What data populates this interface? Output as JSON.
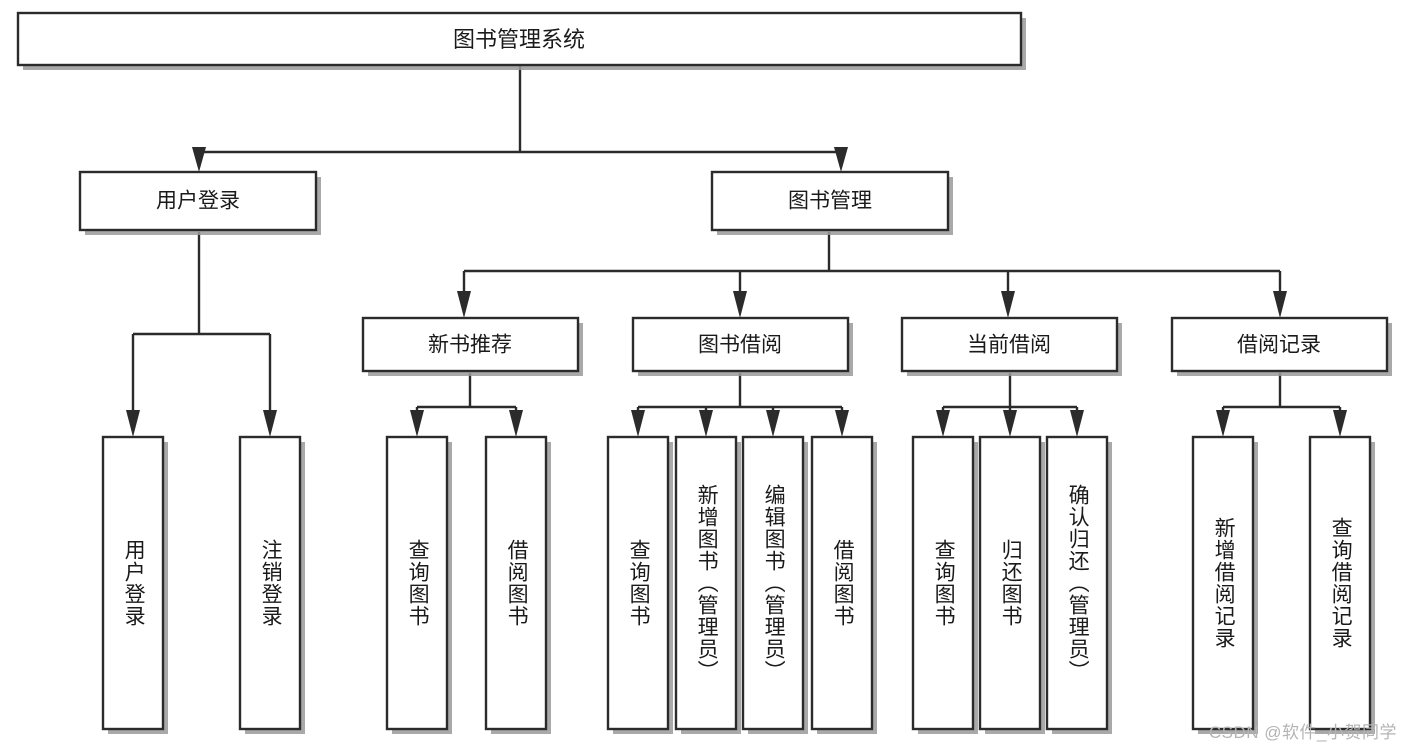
{
  "diagram": {
    "title": "图书管理系统",
    "type": "tree",
    "watermark": "CSDN @软件_小贺同学",
    "colors": {
      "box_fill": "#ffffff",
      "box_stroke": "#2b2b2b",
      "text": "#1a1a1a",
      "shadow": "#9a9a9a",
      "watermark": "#b4b4b4",
      "background": "#ffffff"
    },
    "root": {
      "label": "图书管理系统"
    },
    "level2": [
      {
        "label": "用户登录"
      },
      {
        "label": "图书管理"
      }
    ],
    "level3": [
      {
        "label": "新书推荐"
      },
      {
        "label": "图书借阅"
      },
      {
        "label": "当前借阅"
      },
      {
        "label": "借阅记录"
      }
    ],
    "leaves": {
      "user_login": [
        {
          "label": "用户登录"
        },
        {
          "label": "注销登录"
        }
      ],
      "new_book_recommend": [
        {
          "label": "查询图书"
        },
        {
          "label": "借阅图书"
        }
      ],
      "book_borrow": [
        {
          "label": "查询图书"
        },
        {
          "label": "新增图书（管理员）"
        },
        {
          "label": "编辑图书（管理员）"
        },
        {
          "label": "借阅图书"
        }
      ],
      "current_borrow": [
        {
          "label": "查询图书"
        },
        {
          "label": "归还图书"
        },
        {
          "label": "确认归还（管理员）"
        }
      ],
      "borrow_record": [
        {
          "label": "新增借阅记录"
        },
        {
          "label": "查询借阅记录"
        }
      ]
    }
  }
}
